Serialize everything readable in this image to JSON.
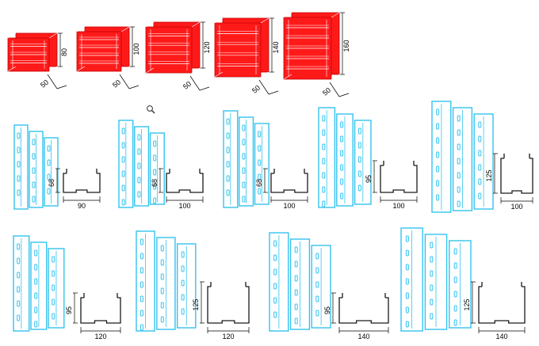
{
  "colors": {
    "beam": "#ff1a1a",
    "upright": "#34c3ee",
    "profile": "#1a1a1a",
    "background": "#ffffff"
  },
  "icons": {
    "magnifier": "magnifier-icon"
  },
  "beams": [
    {
      "height": "80",
      "width": "50"
    },
    {
      "height": "100",
      "width": "50"
    },
    {
      "height": "120",
      "width": "50"
    },
    {
      "height": "140",
      "width": "50"
    },
    {
      "height": "160",
      "width": "50"
    }
  ],
  "uprights": [
    {
      "height": "68",
      "width": "90"
    },
    {
      "height": "68",
      "width": "100"
    },
    {
      "height": "68",
      "width": "100"
    },
    {
      "height": "95",
      "width": "100"
    },
    {
      "height": "125",
      "width": "100"
    },
    {
      "height": "95",
      "width": "120"
    },
    {
      "height": "125",
      "width": "120"
    },
    {
      "height": "95",
      "width": "140"
    },
    {
      "height": "125",
      "width": "140"
    }
  ]
}
